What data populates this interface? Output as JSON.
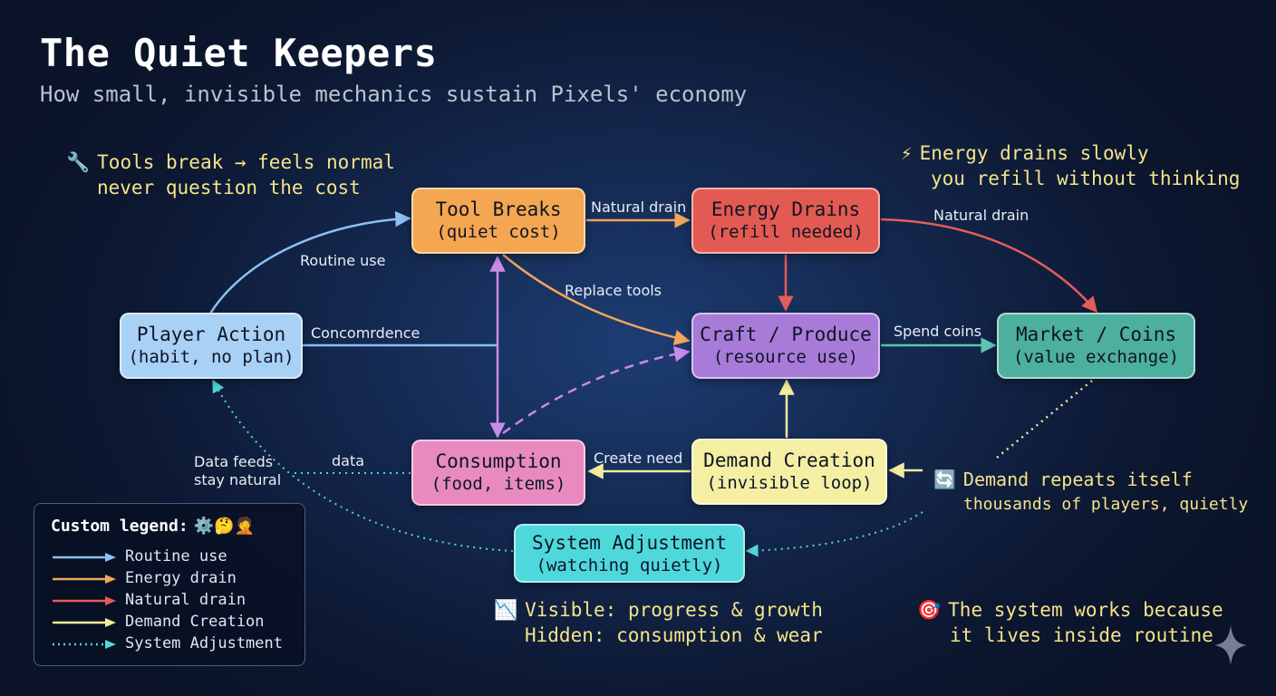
{
  "header": {
    "title": "The Quiet Keepers",
    "subtitle": "How small, invisible mechanics sustain Pixels' economy"
  },
  "colors": {
    "routine_use": "#8cc0f2",
    "energy_drain": "#f2a65a",
    "natural_drain": "#e35d5b",
    "demand_creation": "#f3ec9c",
    "system_adjustment": "#4fd6d6",
    "purple": "#c98ce6",
    "teal": "#3aa899"
  },
  "nodes": {
    "player_action": {
      "title": "Player Action",
      "sub": "(habit, no plan)",
      "color": "#a9d0f5"
    },
    "tool_breaks": {
      "title": "Tool Breaks",
      "sub": "(quiet cost)",
      "color": "#f5a650"
    },
    "energy_drains": {
      "title": "Energy Drains",
      "sub": "(refill needed)",
      "color": "#e35a52"
    },
    "craft_produce": {
      "title": "Craft / Produce",
      "sub": "(resource use)",
      "color": "#a97bd8"
    },
    "market_coins": {
      "title": "Market / Coins",
      "sub": "(value exchange)",
      "color": "#4daf9e"
    },
    "consumption": {
      "title": "Consumption",
      "sub": "(food, items)",
      "color": "#e88ac0"
    },
    "demand_creation": {
      "title": "Demand Creation",
      "sub": "(invisible loop)",
      "color": "#f4efa3"
    },
    "system_adjustment": {
      "title": "System Adjustment",
      "sub": "(watching quietly)",
      "color": "#4fd8dc"
    }
  },
  "edge_labels": {
    "routine_use": "Routine use",
    "natural_drain_top": "Natural drain",
    "natural_drain_right": "Natural drain",
    "replace_tools": "Replace tools",
    "concomrdence": "Concomrdence",
    "spend_coins": "Spend coins",
    "create_need": "Create need",
    "data": "data",
    "data_feeds_line1": "Data feeds",
    "data_feeds_line2": "stay natural"
  },
  "notes": {
    "tools": {
      "icon": "🔧",
      "line1": "Tools break → feels normal",
      "line2": "never question the cost"
    },
    "energy": {
      "icon": "⚡",
      "line1": "Energy drains slowly",
      "line2": "you refill without thinking"
    },
    "demand": {
      "icon": "🔄",
      "line1": "Demand repeats itself",
      "line2": "thousands of players, quietly"
    },
    "visible": {
      "icon": "📉",
      "line1": "Visible: progress & growth",
      "line2": "Hidden: consumption & wear"
    },
    "system": {
      "icon": "🎯",
      "line1": "The system works because",
      "line2": "it lives inside routine"
    }
  },
  "legend": {
    "title": "Custom legend:",
    "emoji": "⚙️🤔🤦",
    "items": [
      {
        "label": "Routine use",
        "color": "#8cc0f2",
        "style": "solid"
      },
      {
        "label": "Energy drain",
        "color": "#f2a65a",
        "style": "solid"
      },
      {
        "label": "Natural drain",
        "color": "#e35d5b",
        "style": "solid"
      },
      {
        "label": "Demand Creation",
        "color": "#f3ec9c",
        "style": "solid"
      },
      {
        "label": "System Adjustment",
        "color": "#4fd6d6",
        "style": "dotted"
      }
    ]
  }
}
